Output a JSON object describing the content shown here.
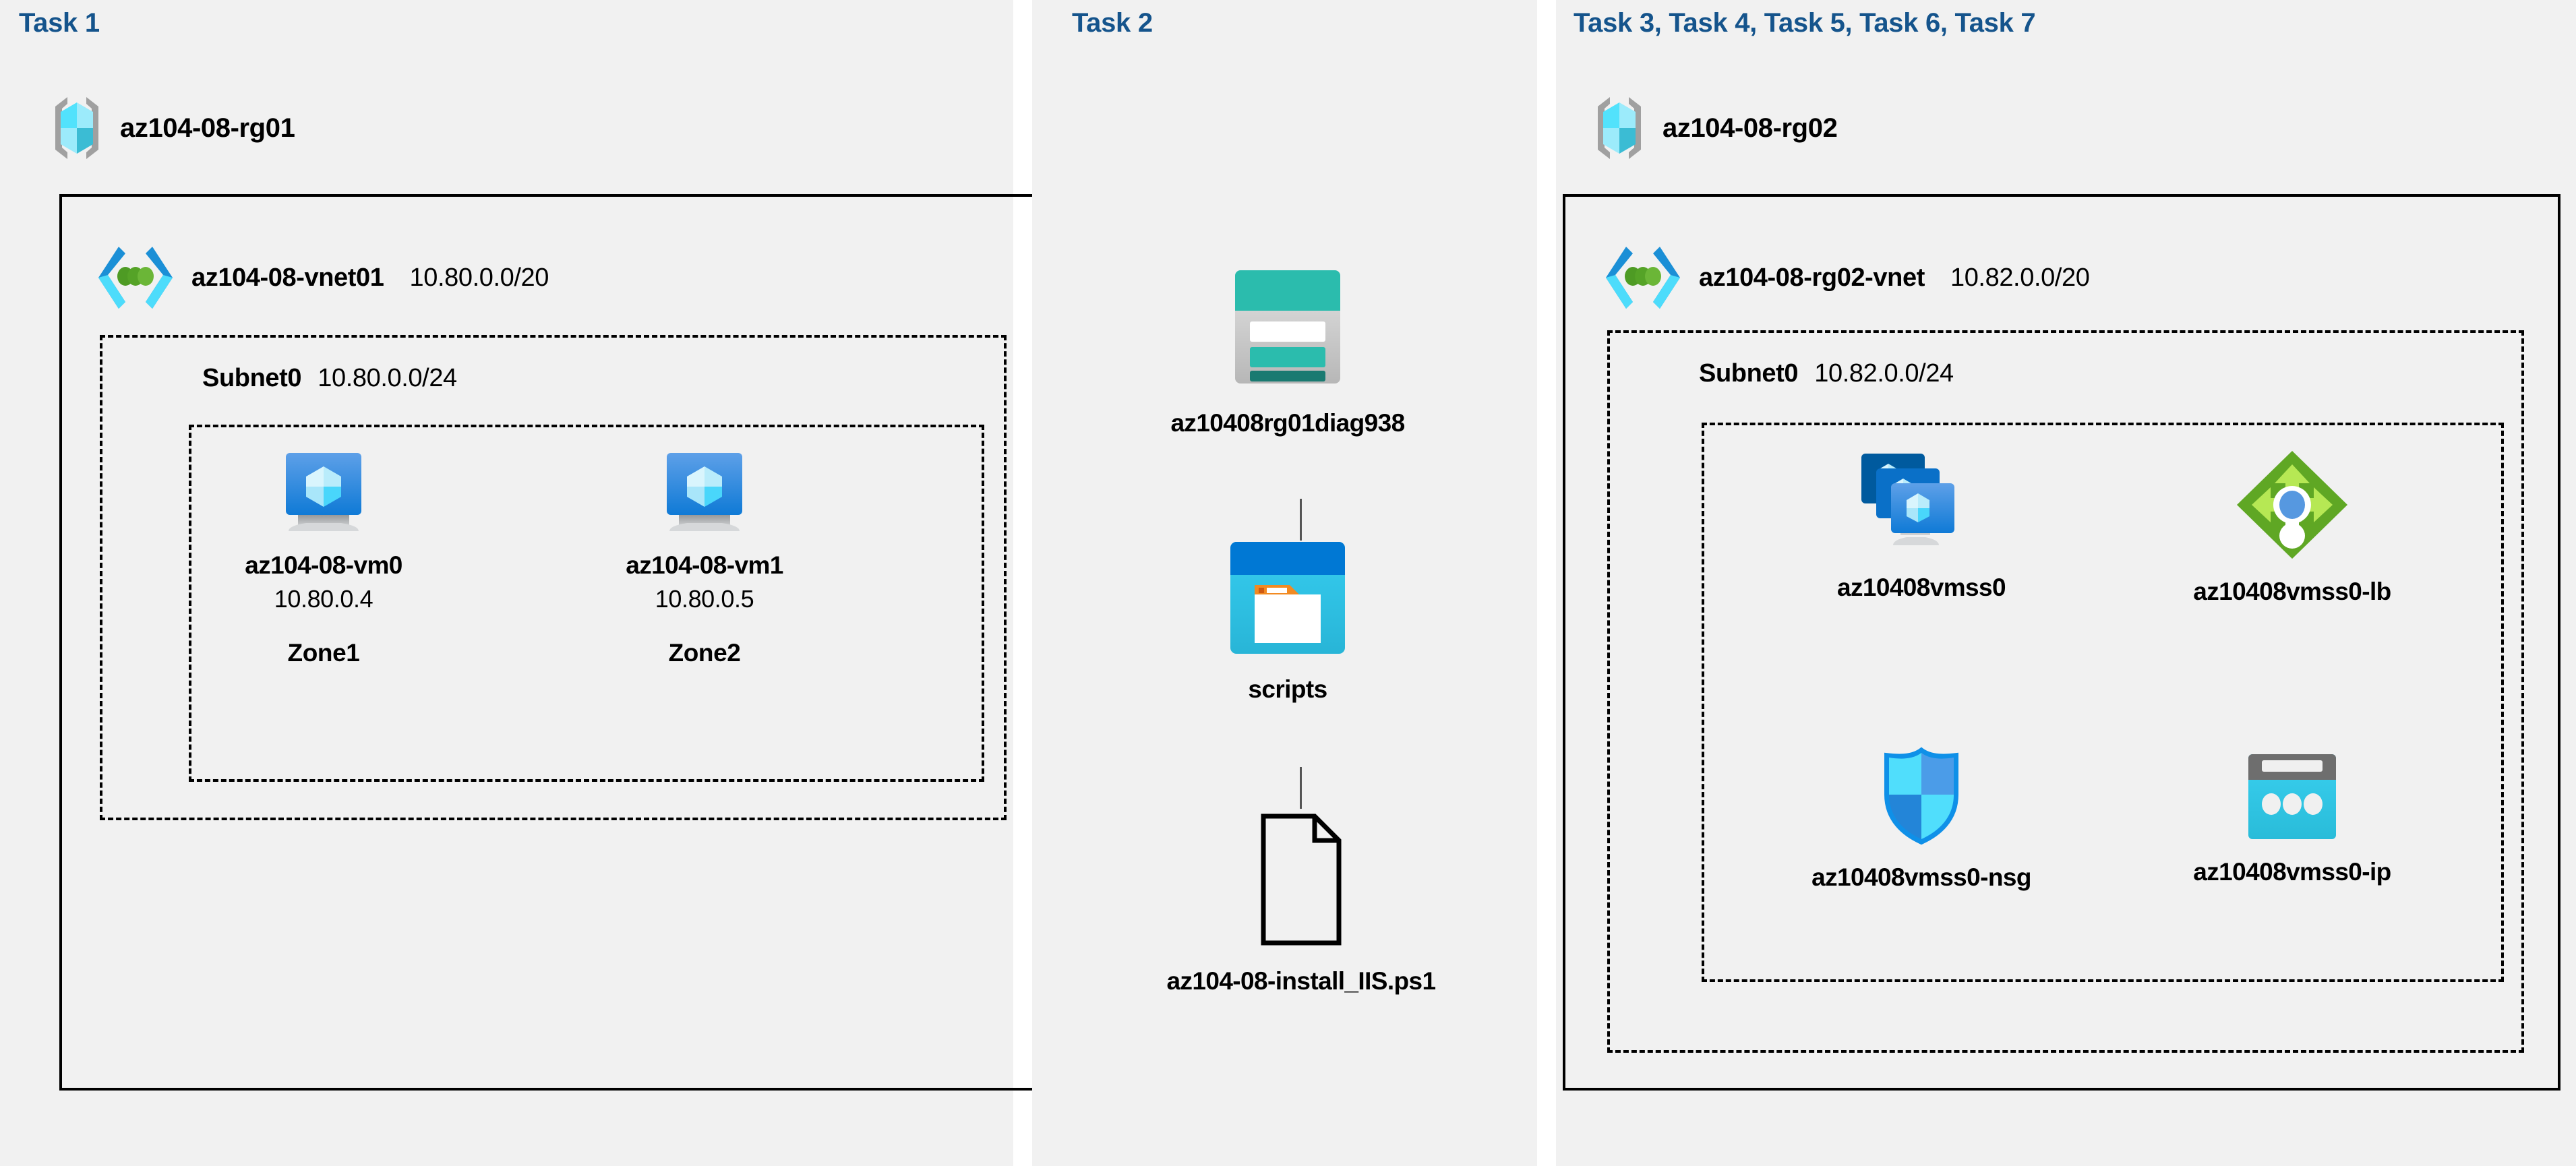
{
  "colors": {
    "task_header": "#15548c",
    "panel_bg": "#f1f1f1",
    "page_bg": "#ffffff",
    "border": "#000000"
  },
  "columns": [
    {
      "id": "col-1",
      "task_header": "Task 1",
      "resource_group": {
        "icon": "resource-group-icon",
        "label": "az104-08-rg01"
      },
      "vnet": {
        "icon": "virtual-network-icon",
        "name": "az104-08-vnet01",
        "cidr": "10.80.0.0/20"
      },
      "subnet": {
        "name": "Subnet0",
        "cidr": "10.80.0.0/24"
      },
      "vms": [
        {
          "icon": "virtual-machine-icon",
          "name": "az104-08-vm0",
          "ip": "10.80.0.4",
          "zone": "Zone1"
        },
        {
          "icon": "virtual-machine-icon",
          "name": "az104-08-vm1",
          "ip": "10.80.0.5",
          "zone": "Zone2"
        }
      ]
    },
    {
      "id": "col-2",
      "task_header": "Task 2",
      "items": [
        {
          "icon": "storage-account-icon",
          "label": "az10408rg01diag938"
        },
        {
          "icon": "file-share-icon",
          "label": "scripts"
        },
        {
          "icon": "file-document-icon",
          "label": "az104-08-install_IIS.ps1"
        }
      ]
    },
    {
      "id": "col-3",
      "task_header": "Task 3, Task 4, Task 5, Task 6, Task 7",
      "resource_group": {
        "icon": "resource-group-icon",
        "label": "az104-08-rg02"
      },
      "vnet": {
        "icon": "virtual-network-icon",
        "name": "az104-08-rg02-vnet",
        "cidr": "10.82.0.0/20"
      },
      "subnet": {
        "name": "Subnet0",
        "cidr": "10.82.0.0/24"
      },
      "resources": [
        {
          "icon": "vm-scale-set-icon",
          "label": "az10408vmss0"
        },
        {
          "icon": "load-balancer-icon",
          "label": "az10408vmss0-lb"
        },
        {
          "icon": "network-security-group-icon",
          "label": "az10408vmss0-nsg"
        },
        {
          "icon": "public-ip-address-icon",
          "label": "az10408vmss0-ip"
        }
      ]
    }
  ]
}
